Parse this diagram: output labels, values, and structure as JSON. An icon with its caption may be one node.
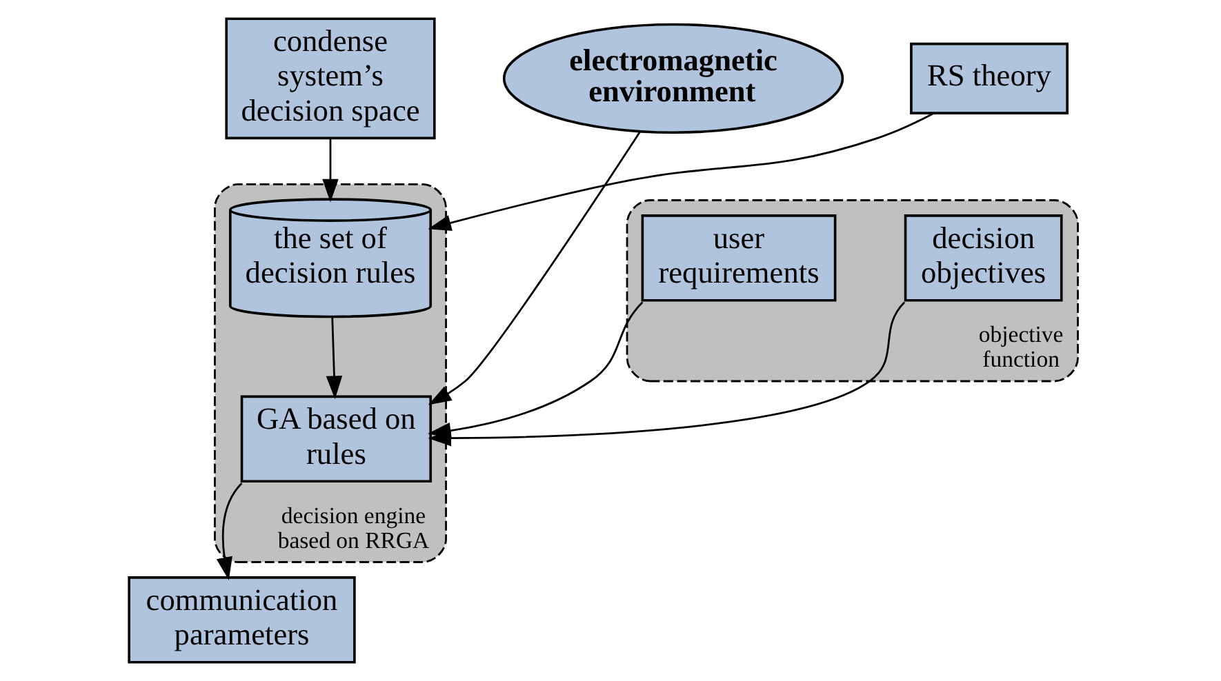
{
  "diagram": {
    "nodes": [
      {
        "text": [
          "condense system’s decision space"
        ]
      },
      {
        "text": [
          "decision engine based on RRGA"
        ]
      },
      {
        "text": [
          "the set of decision rules"
        ],
        "in": 1
      },
      {
        "text": [
          "GA based on rules"
        ],
        "in": 1
      },
      {
        "text": [
          "RS theory"
        ]
      },
      {
        "text": [
          "electromagnetic environment"
        ]
      },
      {
        "text": [
          "objective function"
        ]
      },
      {
        "text": [
          "decision objectives"
        ],
        "in": 6
      },
      {
        "text": [
          "user requirements"
        ],
        "in": 6
      },
      {
        "text": [
          "communication parameters"
        ]
      }
    ],
    "edges": [
      {
        "from": 0,
        "to": 2,
        "arrow": "to"
      },
      {
        "from": 4,
        "to": 2,
        "arrow": "to"
      },
      {
        "from": 2,
        "to": 3,
        "arrow": "to"
      },
      {
        "from": 5,
        "to": 3,
        "arrow": "to"
      },
      {
        "from": 7,
        "to": 3,
        "arrow": "to"
      },
      {
        "from": 8,
        "to": 3,
        "arrow": "to"
      },
      {
        "from": 3,
        "to": 9,
        "arrow": "to"
      }
    ]
  }
}
